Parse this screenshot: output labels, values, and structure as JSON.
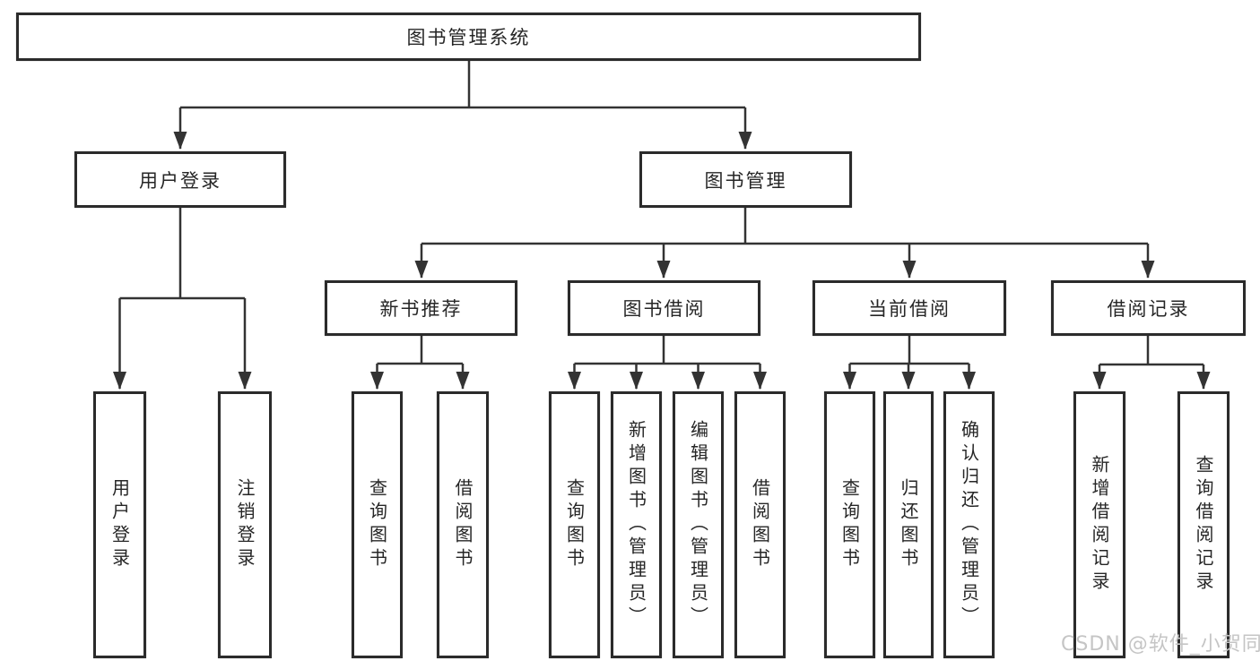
{
  "diagram": {
    "root": {
      "label": "图书管理系统"
    },
    "level2": {
      "user_login": {
        "label": "用户登录"
      },
      "book_mgmt": {
        "label": "图书管理"
      }
    },
    "level3": {
      "new_book": {
        "label": "新书推荐"
      },
      "borrow": {
        "label": "图书借阅"
      },
      "current": {
        "label": "当前借阅"
      },
      "record": {
        "label": "借阅记录"
      }
    },
    "leaves": {
      "login_user": {
        "label": "用户登录"
      },
      "login_logout": {
        "label": "注销登录"
      },
      "new_query": {
        "label": "查询图书"
      },
      "new_borrow": {
        "label": "借阅图书"
      },
      "bor_query": {
        "label": "查询图书"
      },
      "bor_add": {
        "label": "新增图书（管理员）"
      },
      "bor_edit": {
        "label": "编辑图书（管理员）"
      },
      "bor_borrow": {
        "label": "借阅图书"
      },
      "cur_query": {
        "label": "查询图书"
      },
      "cur_return": {
        "label": "归还图书"
      },
      "cur_confirm": {
        "label": "确认归还（管理员）"
      },
      "rec_add": {
        "label": "新增借阅记录"
      },
      "rec_query": {
        "label": "查询借阅记录"
      }
    },
    "colors": {
      "line": "#333333",
      "box_border": "#2b2b2b",
      "text": "#262626",
      "watermark": "#c5c5c5",
      "background": "#ffffff"
    }
  },
  "watermark": {
    "label": "CSDN @软件_小贺同学"
  }
}
